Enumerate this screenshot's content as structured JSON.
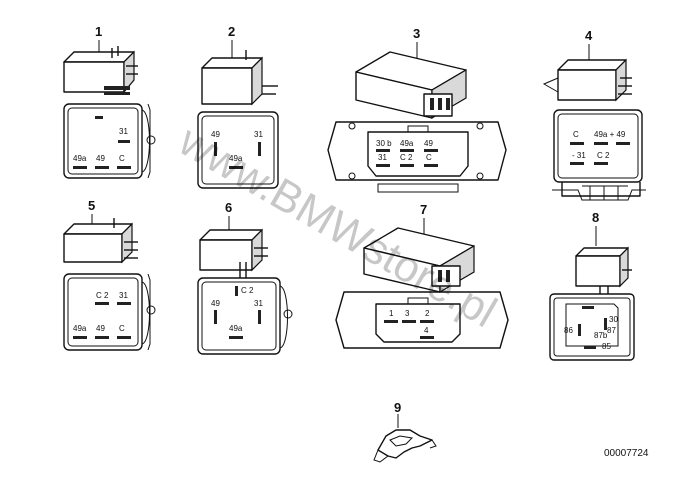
{
  "figure": {
    "watermark": "www.BMWstore.pl",
    "reference_code": "00007724"
  },
  "parts": [
    {
      "number": "1",
      "terminals": [
        "31",
        "49a",
        "49",
        "C"
      ]
    },
    {
      "number": "2",
      "terminals": [
        "49",
        "31",
        "49a"
      ]
    },
    {
      "number": "3",
      "terminals": [
        "30 b",
        "49a",
        "49",
        "31",
        "C 2",
        "C"
      ]
    },
    {
      "number": "4",
      "terminals": [
        "C",
        "49a + 49",
        "- 31",
        "C 2"
      ]
    },
    {
      "number": "5",
      "terminals": [
        "C 2",
        "31",
        "49a",
        "49",
        "C"
      ]
    },
    {
      "number": "6",
      "terminals": [
        "C 2",
        "49",
        "31",
        "49a"
      ]
    },
    {
      "number": "7",
      "terminals": [
        "1",
        "3",
        "2",
        "4"
      ]
    },
    {
      "number": "8",
      "terminals": [
        "30",
        "87",
        "86",
        "87b",
        "85"
      ]
    },
    {
      "number": "9",
      "terminals": []
    }
  ]
}
